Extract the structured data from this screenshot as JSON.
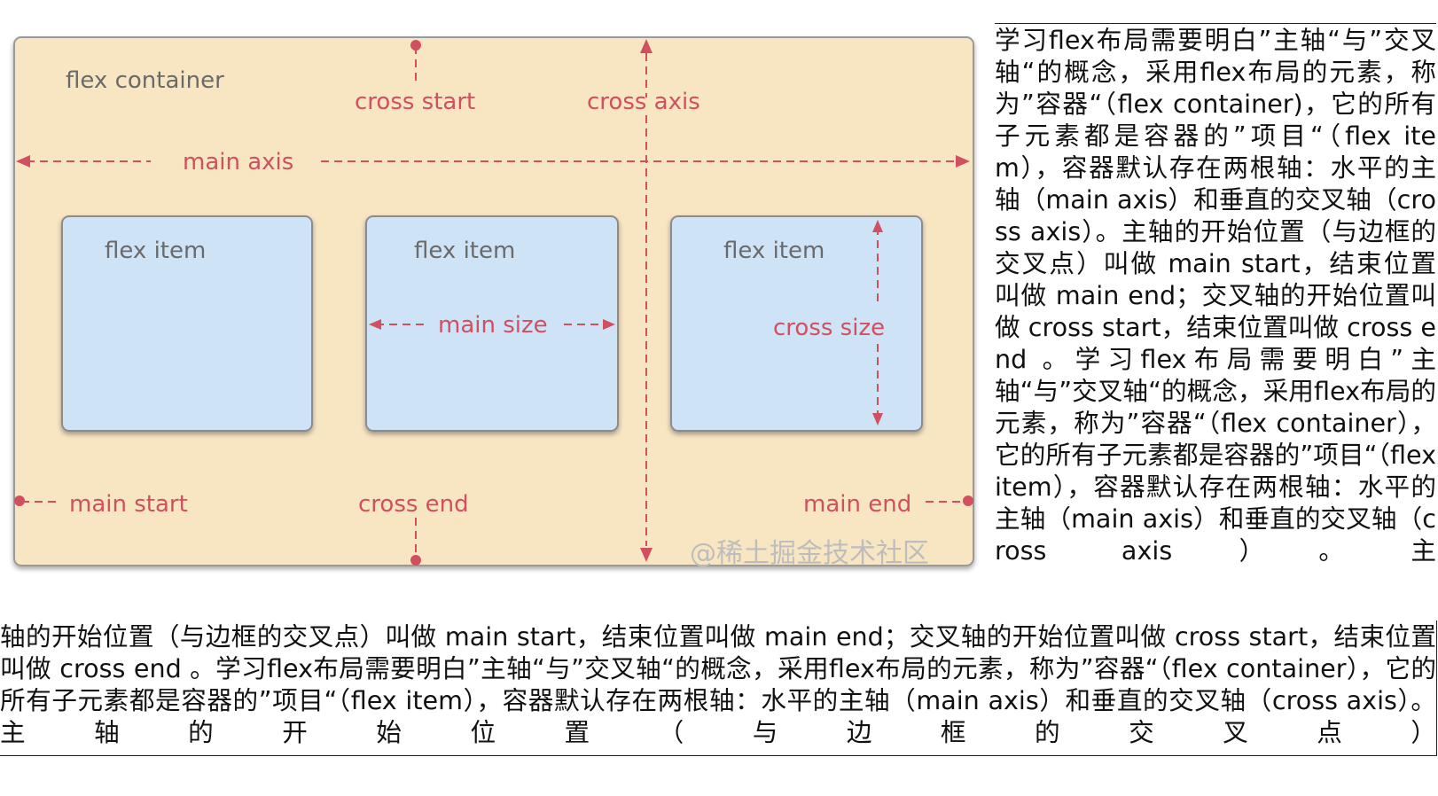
{
  "figure": {
    "labels": {
      "container": "flex container",
      "cross_start": "cross start",
      "cross_axis": "cross axis",
      "main_axis": "main axis",
      "item": "flex item",
      "main_size": "main size",
      "cross_size": "cross size",
      "main_start": "main start",
      "cross_end": "cross end",
      "main_end": "main end",
      "watermark": "@稀土掘金技术社区"
    },
    "colors": {
      "container_bg": "#f8e6c3",
      "item_bg": "#cfe3f7",
      "accent": "#d0505f",
      "label_gray": "#6a6a6a"
    }
  },
  "text": {
    "float": "学习flex布局需要明白”主轴“与”交叉轴“的概念，采用flex布局的元素，称为”容器“（flex container)，它的所有子元素都是容器的”项目“（flex item），容器默认存在两根轴：水平的主轴（main axis）和垂直的交叉轴（cross axis）。主轴的开始位置（与边框的交叉点）叫做 main start，结束位置叫做 main end；交叉轴的开始位置叫做 cross start，结束位置叫做 cross end 。学习flex布局需要明白”主轴“与”交叉轴“的概念，采用flex布局的元素，称为”容器“（flex container），它的所有子元素都是容器的”项目“（flex item），容器默认存在两根轴：水平的主轴（main axis）和垂直的交叉轴（cross axis）。主",
    "bottom": "轴的开始位置（与边框的交叉点）叫做 main start，结束位置叫做 main end；交叉轴的开始位置叫做 cross start，结束位置叫做 cross end 。学习flex布局需要明白”主轴“与”交叉轴“的概念，采用flex布局的元素，称为”容器“（flex container），它的所有子元素都是容器的”项目“（flex item），容器默认存在两根轴：水平的主轴（main axis）和垂直的交叉轴（cross axis）。主轴的开始位置（与边框的交叉点）"
  }
}
